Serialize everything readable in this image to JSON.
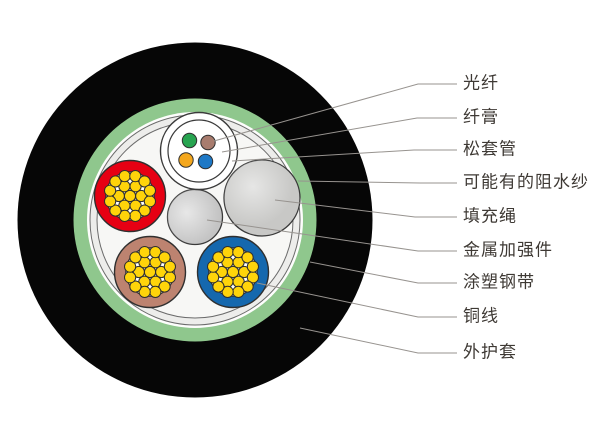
{
  "diagram": {
    "labels": [
      {
        "text": "光纤"
      },
      {
        "text": "纤膏"
      },
      {
        "text": "松套管"
      },
      {
        "text": "可能有的阻水纱"
      },
      {
        "text": "填充绳"
      },
      {
        "text": "金属加强件"
      },
      {
        "text": "涂塑钢带"
      },
      {
        "text": "铜线"
      },
      {
        "text": "外护套"
      }
    ],
    "colors": {
      "sheath_black": "#060606",
      "tape_green": "#8FC78D",
      "tape_inner_gap": "#FDFDFC",
      "yarn_ring": "#EDEDEB",
      "core_white": "#F7F7F5",
      "loose_tube_white": "#FFFFFF",
      "tube_red": "#E60013",
      "tube_brown": "#BD8370",
      "tube_blue": "#1568AE",
      "fiber_yellow": "#FFD40A",
      "dot_green": "#27A450",
      "dot_brown": "#A87C6E",
      "dot_amber": "#F4A71D",
      "dot_blue": "#1D78C6",
      "filler_gray": "#C8C8C6",
      "strength_gray": "#C4C4C4",
      "leader_line": "#97938F",
      "label_text": "#3E3934"
    }
  }
}
